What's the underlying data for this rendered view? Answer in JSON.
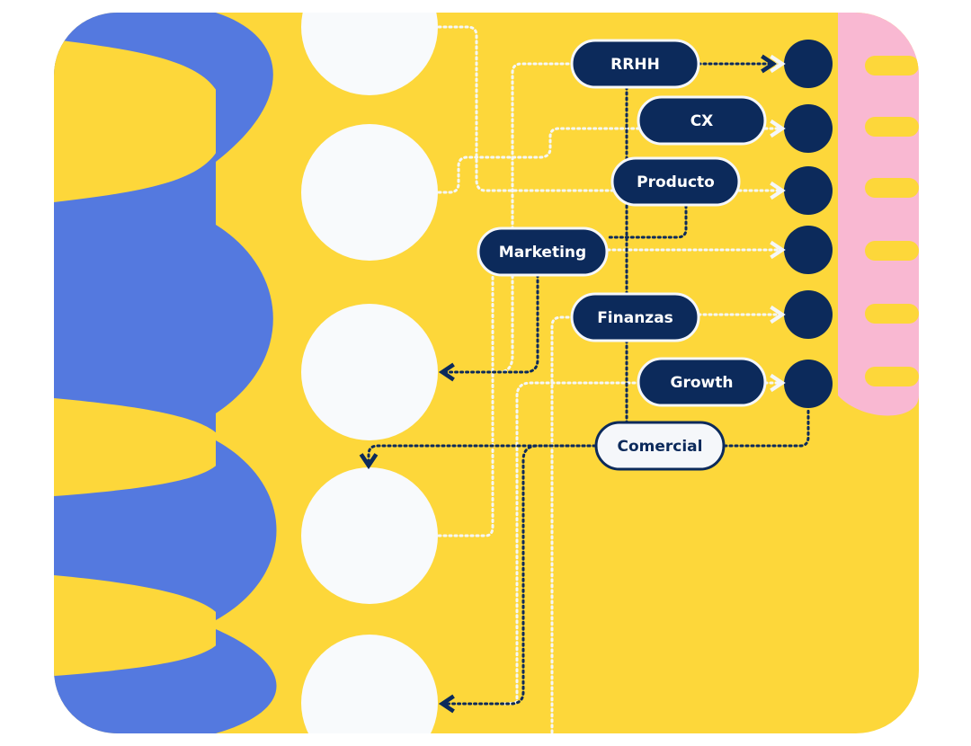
{
  "colors": {
    "background": "#FDD73A",
    "blue_band": "#5479DF",
    "pink_band": "#F9B8D2",
    "navy": "#0C2A5B",
    "light": "#F5F7FA",
    "white_dots": "#F8FAFC"
  },
  "nodes": [
    {
      "id": "rrhh",
      "label": "RRHH",
      "style": "dark"
    },
    {
      "id": "cx",
      "label": "CX",
      "style": "dark"
    },
    {
      "id": "producto",
      "label": "Producto",
      "style": "dark"
    },
    {
      "id": "marketing",
      "label": "Marketing",
      "style": "dark"
    },
    {
      "id": "finanzas",
      "label": "Finanzas",
      "style": "dark"
    },
    {
      "id": "growth",
      "label": "Growth",
      "style": "dark"
    },
    {
      "id": "comercial",
      "label": "Comercial",
      "style": "light"
    }
  ]
}
